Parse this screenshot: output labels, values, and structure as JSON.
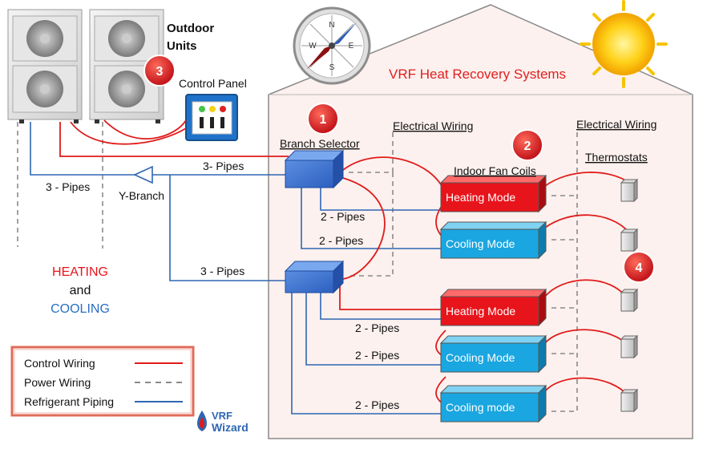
{
  "title": "VRF Heat Recovery Systems",
  "outdoor_units_label": [
    "Outdoor",
    "Units"
  ],
  "control_panel_label": "Control Panel",
  "branch_selector_label": "Branch Selector",
  "electrical_wiring_label_1": "Electrical Wiring",
  "electrical_wiring_label_2": "Electrical Wiring",
  "indoor_fan_coils_label": "Indoor Fan Coils",
  "thermostats_label": "Thermostats",
  "y_branch_label": "Y-Branch",
  "pipes": {
    "three_left": "3 - Pipes",
    "three_top": "3- Pipes",
    "three_mid": "3 - Pipes",
    "two_1": "2 - Pipes",
    "two_2": "2 - Pipes",
    "two_3": "2 - Pipes",
    "two_4": "2 - Pipes",
    "two_5": "2 - Pipes"
  },
  "heating_cooling": {
    "heating": "HEATING",
    "and": "and",
    "cooling": "COOLING"
  },
  "fan_coils": [
    {
      "label": "Heating Mode",
      "mode": "heating"
    },
    {
      "label": "Cooling Mode",
      "mode": "cooling"
    },
    {
      "label": "Heating Mode",
      "mode": "heating"
    },
    {
      "label": "Cooling Mode",
      "mode": "cooling"
    },
    {
      "label": "Cooling mode",
      "mode": "cooling"
    }
  ],
  "markers": [
    "1",
    "2",
    "3",
    "4"
  ],
  "legend": {
    "control": "Control Wiring",
    "power": "Power Wiring",
    "refrigerant": "Refrigerant Piping"
  },
  "logo": {
    "line1": "VRF",
    "line2": "Wizard"
  },
  "colors": {
    "control_wiring": "#e01b1b",
    "power_wiring": "#8a8a8a",
    "refrigerant_piping": "#2f66b3",
    "heating": "#e8141b",
    "cooling": "#1aa6e0",
    "house_fill": "#fcf1ee",
    "legend_border": "#e06b5a",
    "title_red": "#e02020",
    "cooling_text": "#2a6fc4"
  }
}
